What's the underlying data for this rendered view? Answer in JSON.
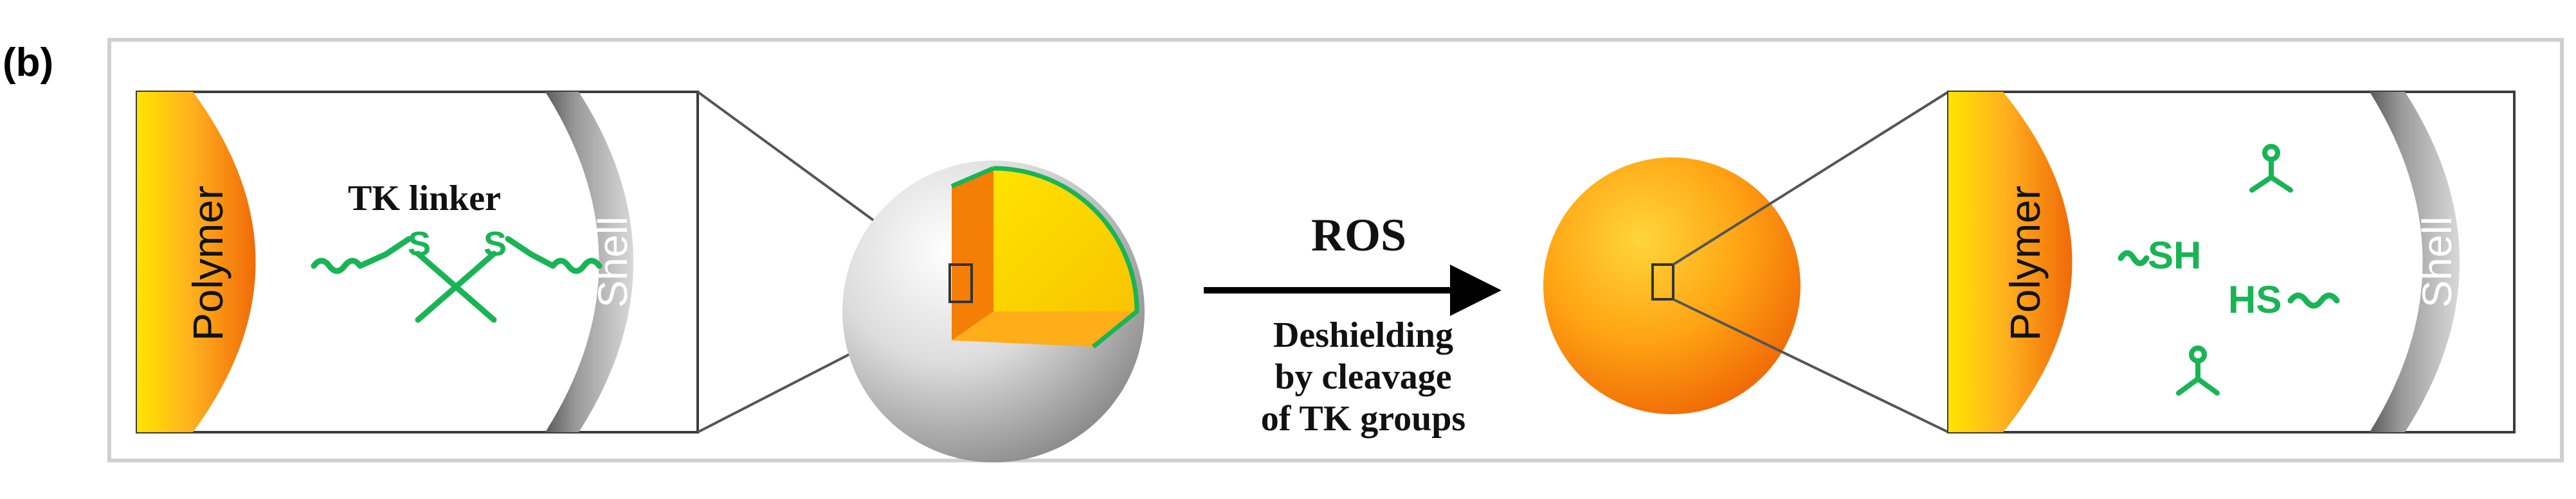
{
  "panel_label": "(b)",
  "left_inset": {
    "polymer_label": "Polymer",
    "linker_label": "TK linker",
    "sulfur_left": "S",
    "sulfur_right": "S",
    "shell_label": "Shell"
  },
  "arrow": {
    "reagent_label": "ROS",
    "caption_lines": [
      "Deshielding",
      "by cleavage",
      "of TK groups"
    ]
  },
  "right_inset": {
    "polymer_label": "Polymer",
    "thiol_left": "SH",
    "thiol_right": "HS",
    "shell_label": "Shell"
  },
  "colors": {
    "linker_green": "#19b455",
    "core_orange": "#f78a0e",
    "core_yellow": "#f6d000",
    "shell_gray": "#8e8e8e",
    "border_gray": "#cfcfcf"
  }
}
